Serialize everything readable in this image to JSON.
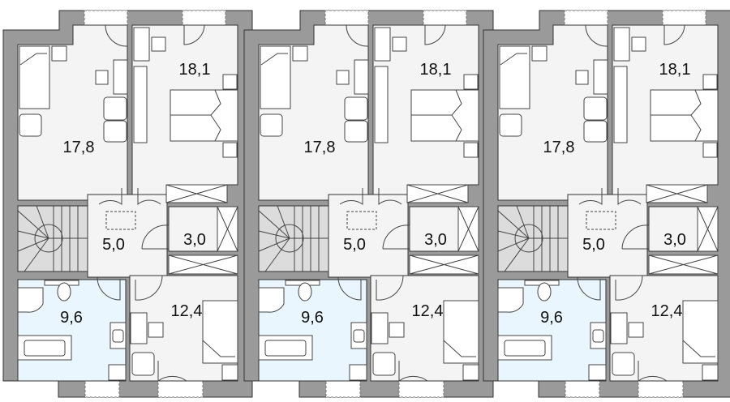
{
  "units": [
    {
      "rooms": {
        "room_a": "17,8",
        "room_b": "18,1",
        "hall": "5,0",
        "closet": "3,0",
        "bathroom": "9,6",
        "room_c": "12,4"
      }
    },
    {
      "rooms": {
        "room_a": "17,8",
        "room_b": "18,1",
        "hall": "5,0",
        "closet": "3,0",
        "bathroom": "9,6",
        "room_c": "12,4"
      }
    },
    {
      "rooms": {
        "room_a": "17,8",
        "room_b": "18,1",
        "hall": "5,0",
        "closet": "3,0",
        "bathroom": "9,6",
        "room_c": "12,4"
      }
    }
  ],
  "colors": {
    "wall": "#9a9a9a",
    "room": "#f4f4f4",
    "bathroom": "#eaf6fd",
    "stairs": "#dcdcdc"
  }
}
